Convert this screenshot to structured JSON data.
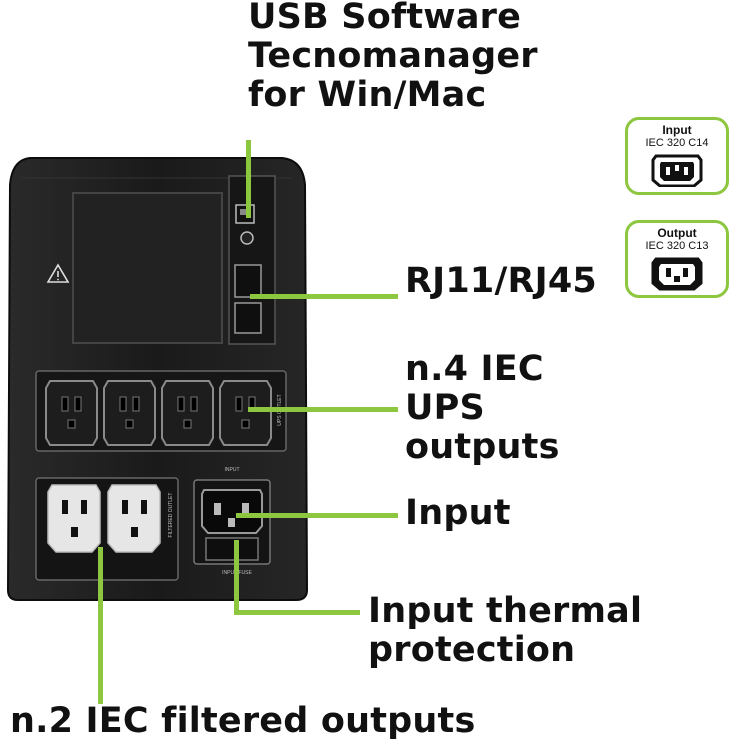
{
  "labels": {
    "usb": [
      "USB Software",
      "Tecnomanager",
      "for Win/Mac"
    ],
    "rj": "RJ11/RJ45",
    "ups_outputs": [
      "n.4 IEC",
      "UPS",
      "outputs"
    ],
    "input": "Input",
    "thermal": [
      "Input thermal",
      "protection"
    ],
    "filtered": "n.2 IEC filtered outputs"
  },
  "iec_cards": {
    "input": {
      "title": "Input",
      "spec": "IEC 320 C14"
    },
    "output": {
      "title": "Output",
      "spec": "IEC 320 C13"
    }
  },
  "device_text": {
    "input_label": "INPUT",
    "input_fuse": "INPUT FUSE",
    "filtered_outlet": "FILTERED OUTLET",
    "ups_outlet": "UPS OUTLET"
  },
  "colors": {
    "accent": "#8dc63f",
    "device_body": "#1b1b1b",
    "text": "#111111"
  }
}
